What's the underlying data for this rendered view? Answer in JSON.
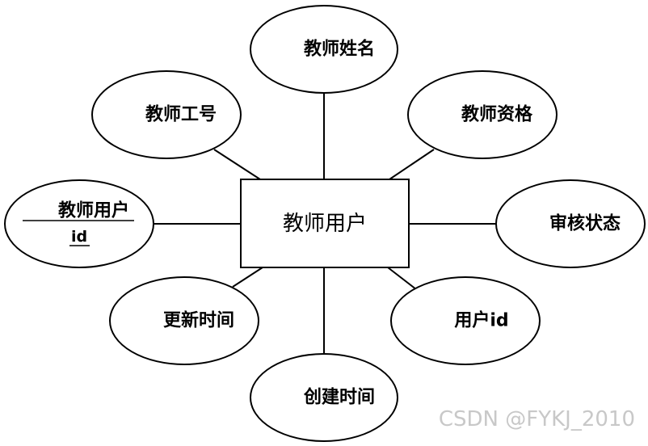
{
  "entity": {
    "label": "教师用户"
  },
  "attributes": {
    "teacher_name": "教师姓名",
    "teacher_no": "教师工号",
    "teacher_qualification": "教师资格",
    "teacher_user_id_line1": "教师用户",
    "teacher_user_id_line2": "id",
    "review_status": "审核状态",
    "update_time": "更新时间",
    "user_id": "用户id",
    "create_time": "创建时间"
  },
  "watermark": "CSDN @FYKJ_2010"
}
